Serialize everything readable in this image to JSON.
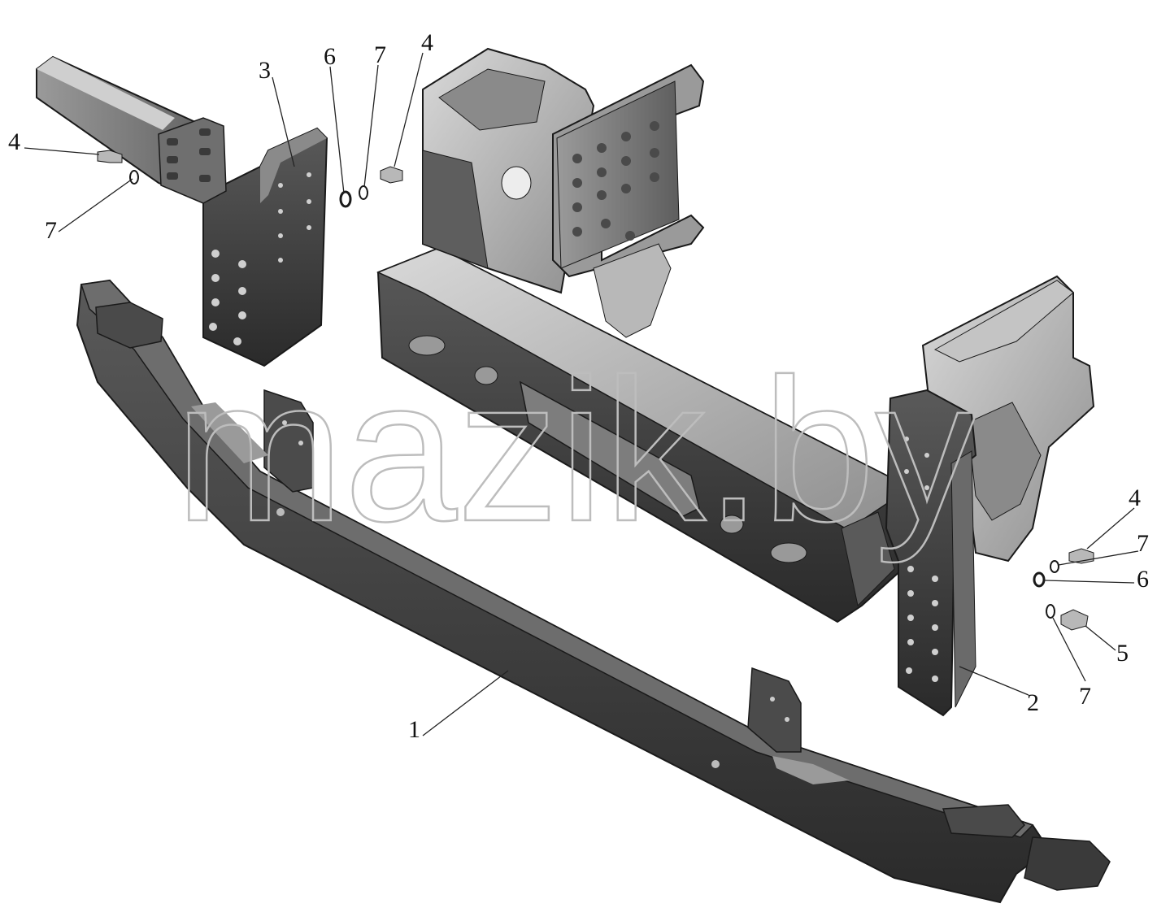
{
  "watermark": "mazik.by",
  "callouts": [
    {
      "id": "c1",
      "label": "1"
    },
    {
      "id": "c2",
      "label": "2"
    },
    {
      "id": "c3",
      "label": "3"
    },
    {
      "id": "c4a",
      "label": "4"
    },
    {
      "id": "c4b",
      "label": "4"
    },
    {
      "id": "c4c",
      "label": "4"
    },
    {
      "id": "c5",
      "label": "5"
    },
    {
      "id": "c6a",
      "label": "6"
    },
    {
      "id": "c6b",
      "label": "6"
    },
    {
      "id": "c7a",
      "label": "7"
    },
    {
      "id": "c7b",
      "label": "7"
    },
    {
      "id": "c7c",
      "label": "7"
    },
    {
      "id": "c7d",
      "label": "7"
    }
  ],
  "colors": {
    "part_dark": "#3a3a3a",
    "part_mid": "#7a7a7a",
    "part_light": "#b8b8b8",
    "part_highlight": "#d6d6d6",
    "outline": "#1a1a1a",
    "watermark": "#bdbdbd"
  }
}
